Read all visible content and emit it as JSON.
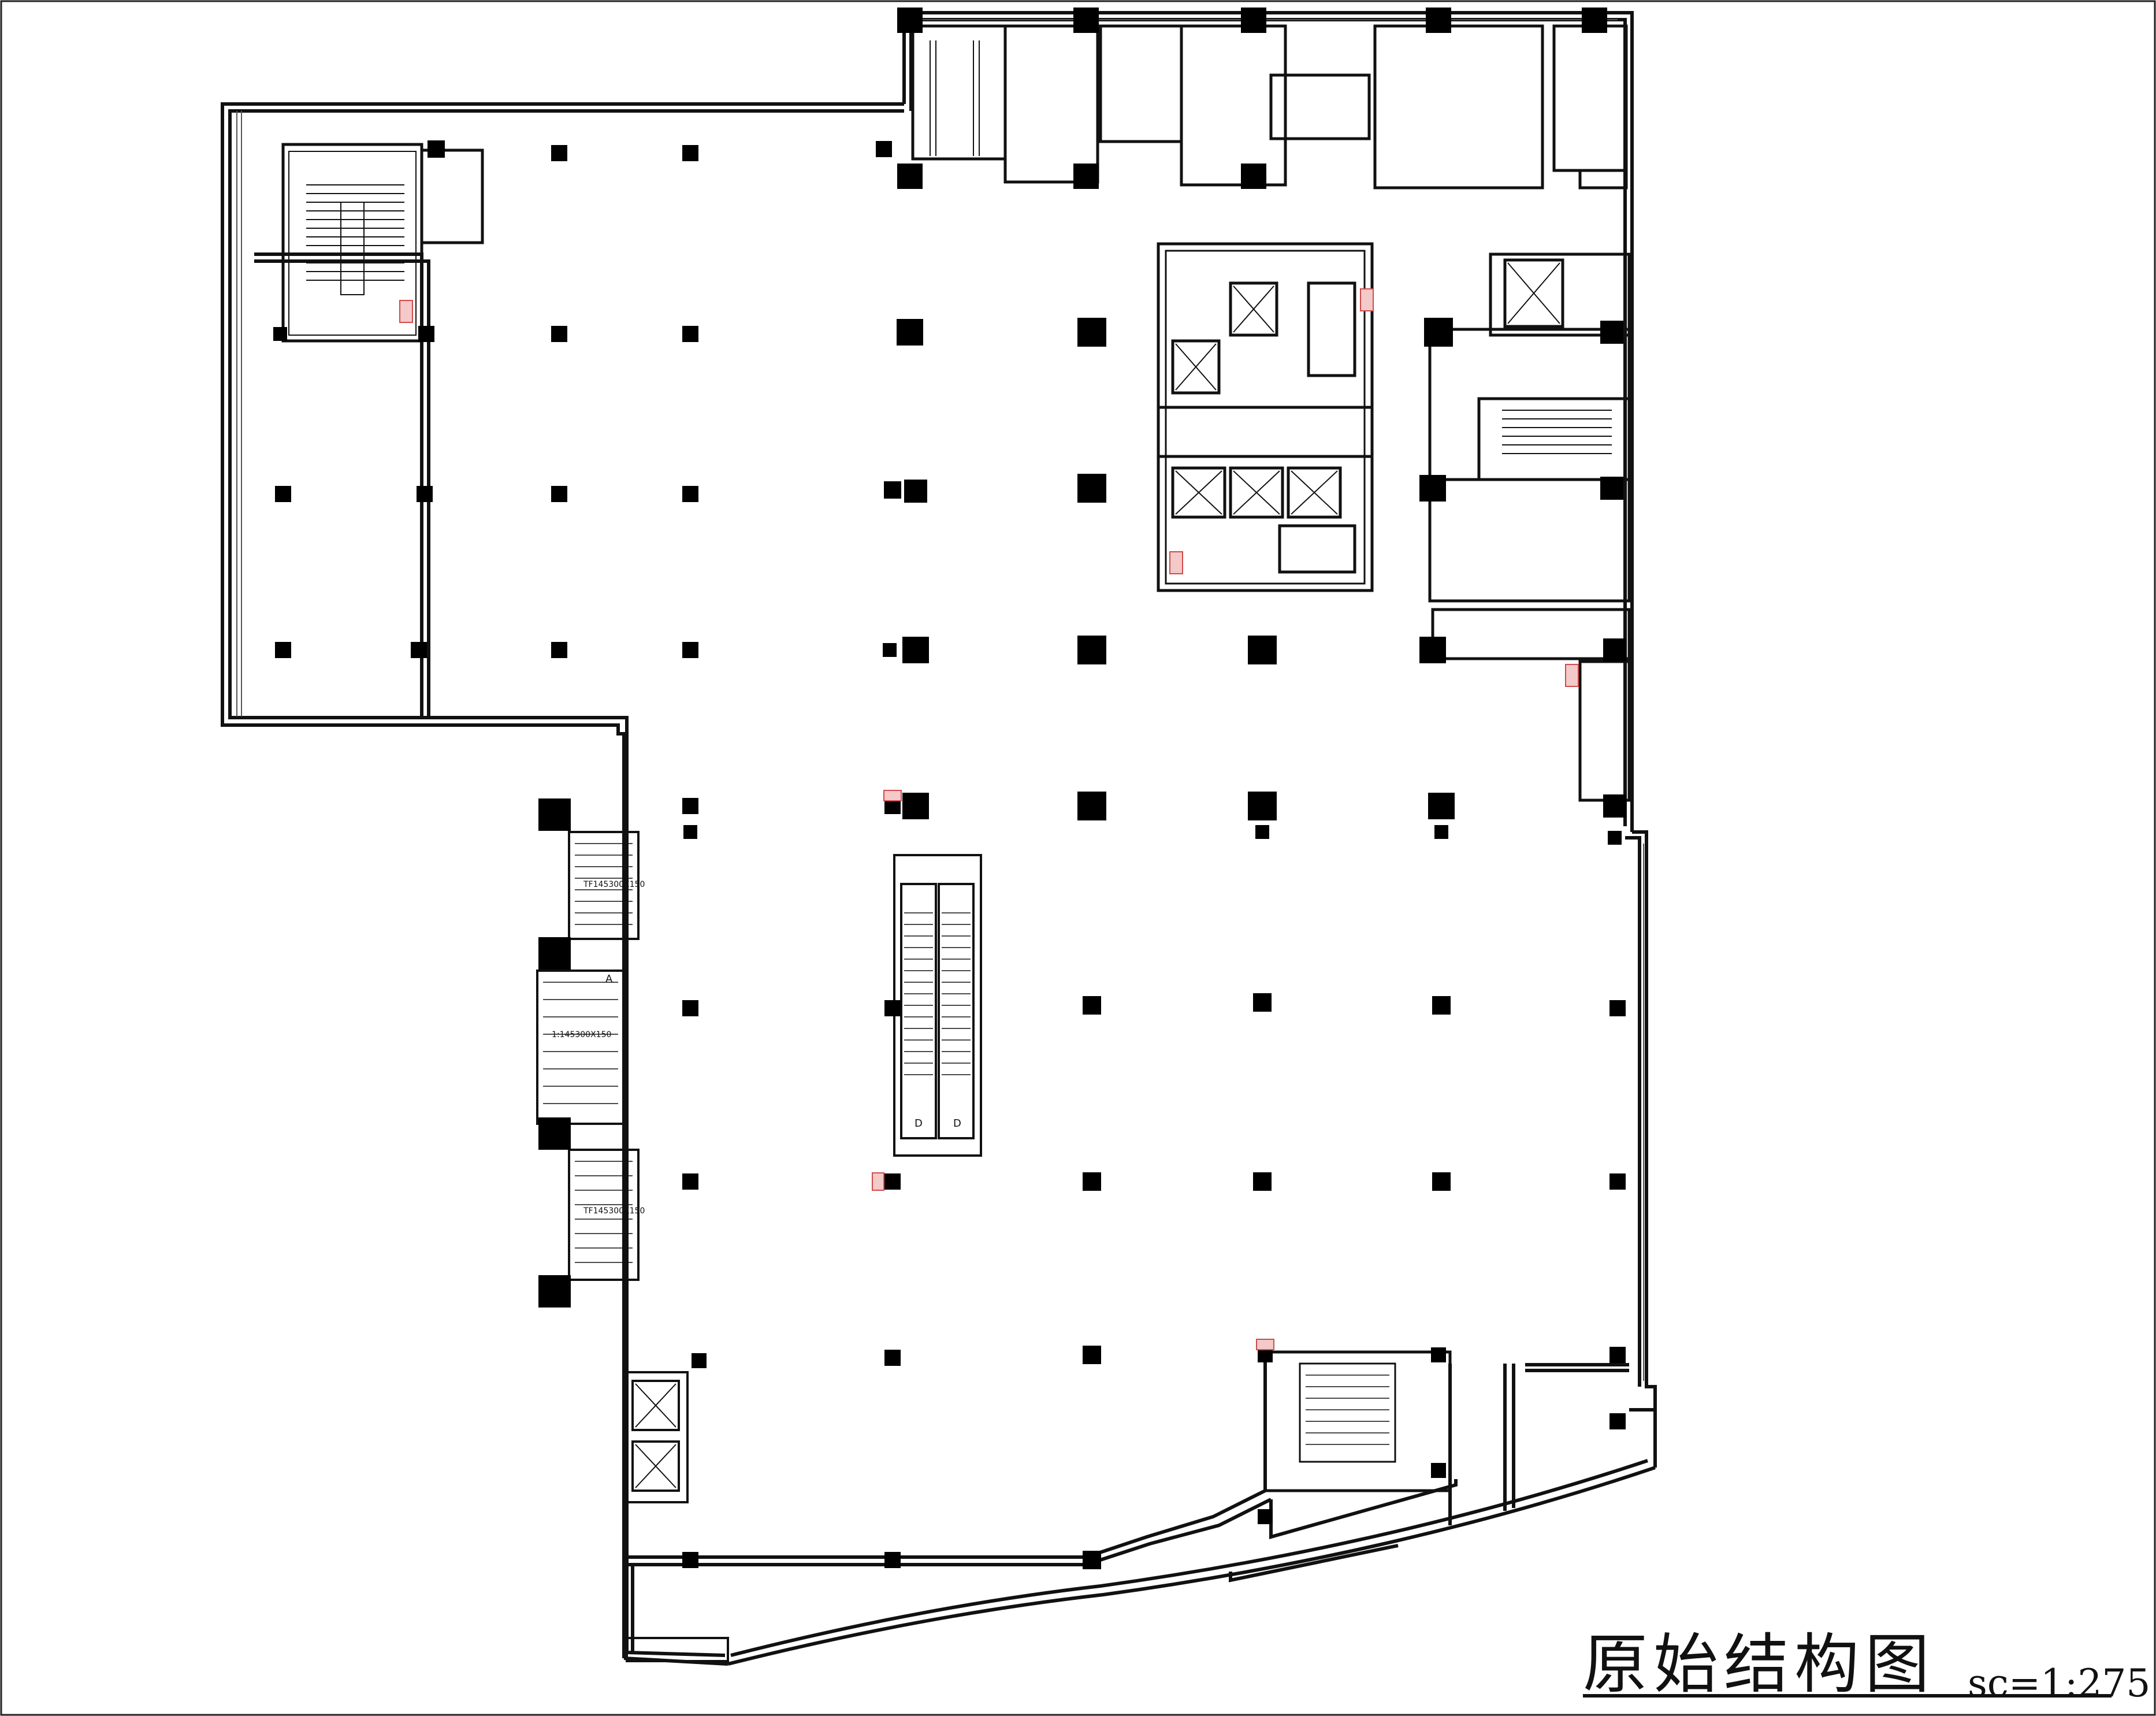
{
  "drawing": {
    "title": "原始结构图",
    "scale": "sc=1:275"
  },
  "labels": {
    "escalator_a": "A",
    "escalator_d1": "D",
    "escalator_d2": "D",
    "stair_note_1": "TF145300X150",
    "stair_note_2": "1:145300X150",
    "stair_note_3": "TF145300X150"
  },
  "colors": {
    "line": "#111111",
    "column": "#000000",
    "shaft_hatch": "#d24a4a",
    "background": "#ffffff"
  }
}
